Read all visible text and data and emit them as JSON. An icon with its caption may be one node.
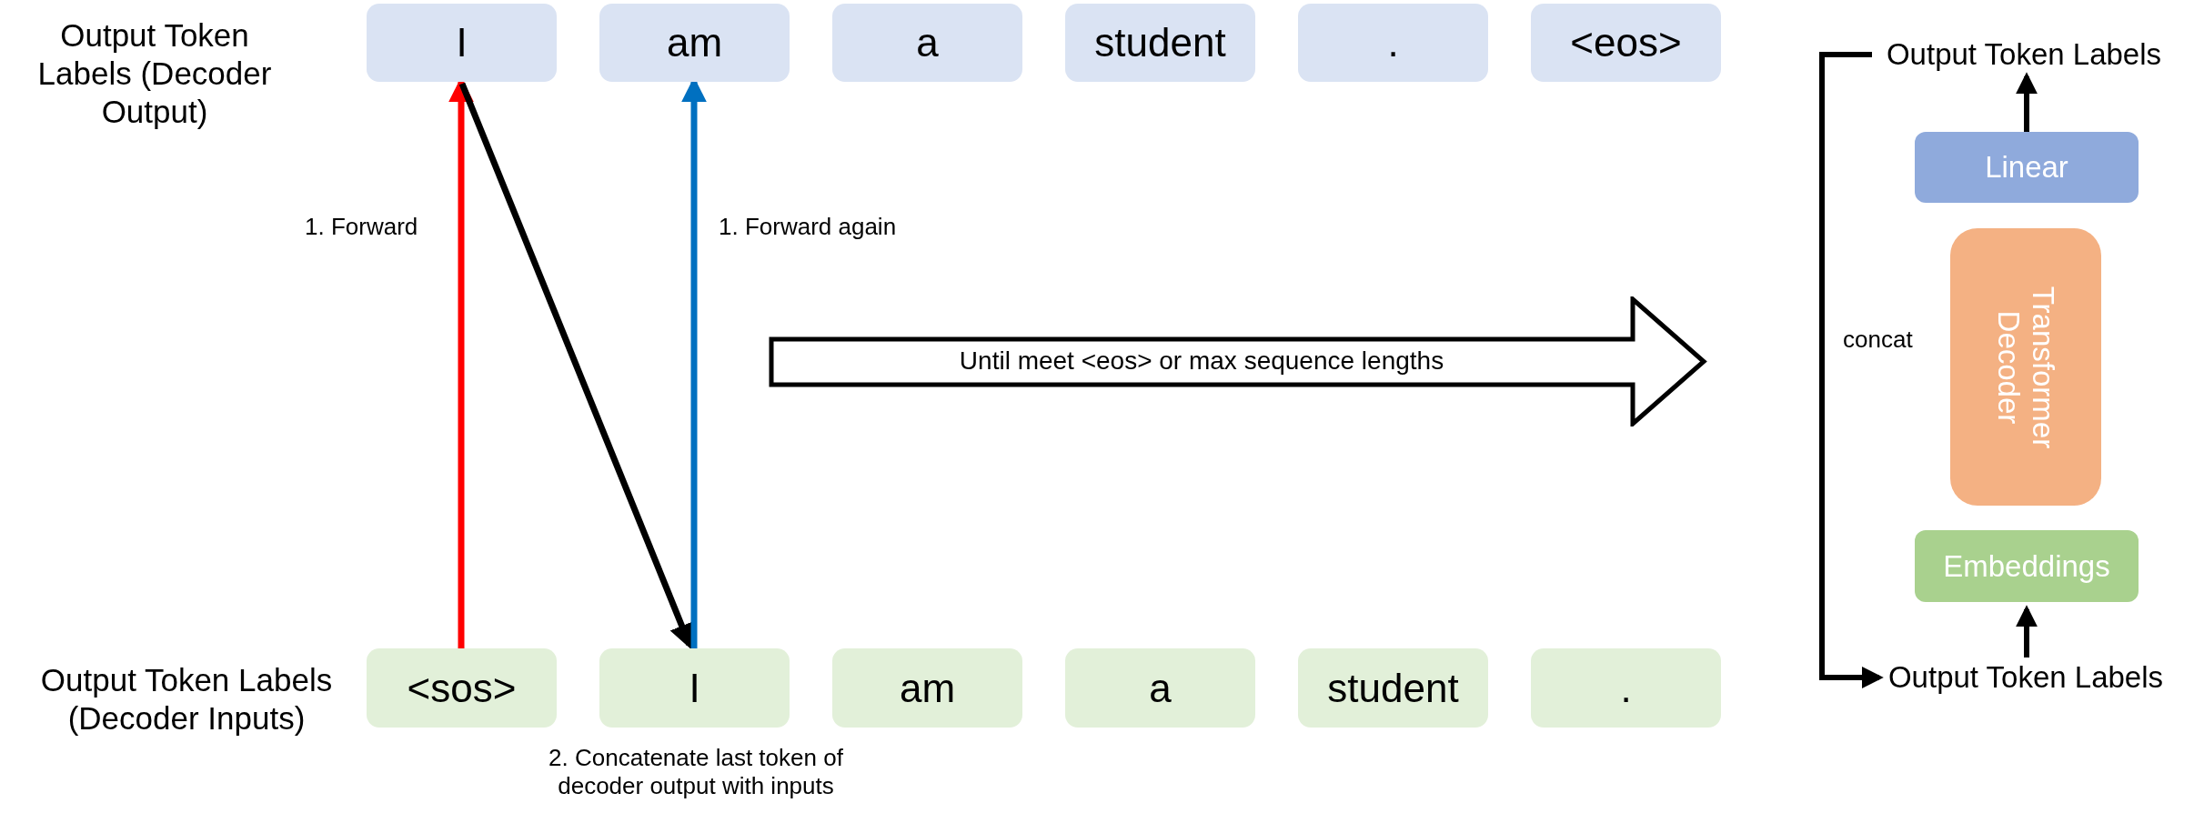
{
  "diagram": {
    "nodes": [
      {
        "text": [
          "I"
        ]
      },
      {
        "text": [
          "am"
        ]
      },
      {
        "text": [
          "a"
        ]
      },
      {
        "text": [
          "student"
        ]
      },
      {
        "text": [
          "."
        ]
      },
      {
        "text": [
          "<eos>"
        ]
      },
      {
        "text": [
          "<sos>"
        ]
      },
      {
        "text": [
          "I"
        ]
      },
      {
        "text": [
          "am"
        ]
      },
      {
        "text": [
          "a"
        ]
      },
      {
        "text": [
          "student"
        ]
      },
      {
        "text": [
          "."
        ]
      },
      {
        "text": [
          "Until meet <eos> or max sequence lengths"
        ]
      },
      {
        "text": [
          "Output Token Labels"
        ]
      },
      {
        "text": [
          "Linear"
        ]
      },
      {
        "text": [
          "Transformer Decoder"
        ]
      },
      {
        "text": [
          "Embeddings"
        ]
      },
      {
        "text": [
          "Output Token Labels"
        ]
      }
    ],
    "edges": [
      {
        "from": 6,
        "to": 0,
        "arrow": "to",
        "label": "1. Forward",
        "color": "#ff0000"
      },
      {
        "from": 0,
        "to": 7,
        "arrow": "to"
      },
      {
        "from": 7,
        "to": 1,
        "arrow": "to",
        "label": "1. Forward again",
        "color": "#0070c0"
      },
      {
        "from": 14,
        "to": 13,
        "arrow": "to"
      },
      {
        "from": 17,
        "to": 16,
        "arrow": "to"
      },
      {
        "from": 13,
        "to": 17,
        "arrow": "to",
        "label": "concat"
      }
    ],
    "labels": [
      "Output Token Labels (Decoder Output)",
      "Output Token Labels (Decoder Inputs)",
      "2. Concatenate last token of decoder output with inputs"
    ]
  }
}
